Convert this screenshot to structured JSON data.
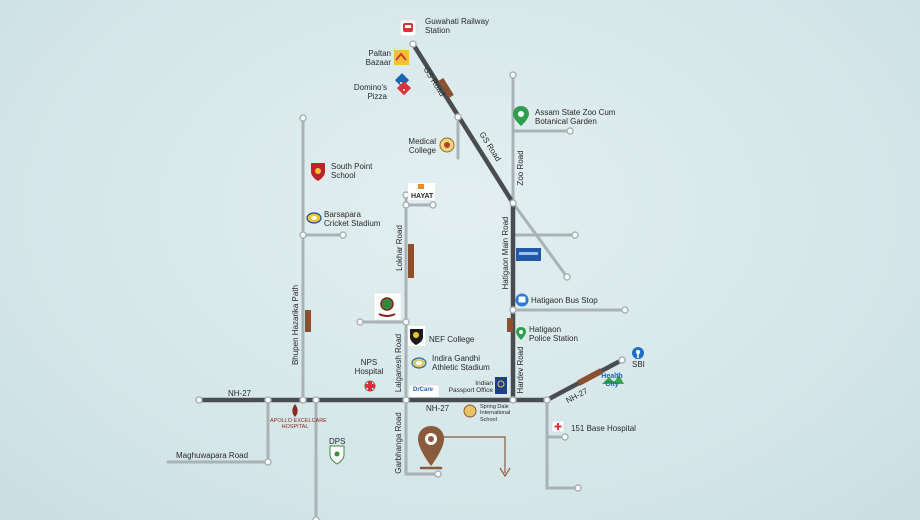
{
  "map": {
    "roads": {
      "gs_road_1": "GS Road",
      "gs_road_2": "GS Road",
      "zoo_road": "Zoo Road",
      "hatigaon_main_road": "Hatigaon Main Road",
      "lokhar_road": "Lokhar Road",
      "bhupen_hazarika_path": "Bhupen Hazarika Path",
      "lalganesh_road": "Lalganesh Road",
      "nh27_left": "NH-27",
      "nh27_center": "NH-27",
      "nh27_right": "NH-27",
      "hardev_road": "Hardev Road",
      "garbhanga_road": "Garbhanga Road",
      "maghuwapara_road": "Maghuwapara Road"
    },
    "places": {
      "guwahati_railway_station": "Guwahati Railway\nStation",
      "paltan_bazaar": "Paltan\nBazaar",
      "dominos_pizza": "Domino's\nPizza",
      "medical_college": "Medical\nCollege",
      "assam_state_zoo": "Assam State Zoo Cum\nBotanical  Garden",
      "south_point_school": "South Point\nSchool",
      "barsapara_stadium": "Barsapara\nCricket Stadium",
      "hayat": "HAYAT",
      "hatigaon_bus_stop": "Hatigaon Bus Stop",
      "hatigaon_police_station": "Hatigaon\nPolice Station",
      "nef_college": "NEF College",
      "indira_gandhi_stadium": "Indira Gandhi\nAthletic Stadium",
      "nps_hospital": "NPS\nHospital",
      "indian_passport_office": "Indian\nPassport Office",
      "spring_dale_school": "Spring Dale\nInternational\nSchool",
      "sbi": "SBI",
      "health_city": "Health\nCity",
      "base_hospital_151": "151 Base Hospital",
      "dps": "DPS",
      "apollo_hospital": "APOLLO EXCELCARE\nHOSPITAL",
      "dr_care": "DrCare"
    },
    "colors": {
      "road_gray": "#a9b3b5",
      "highway_dark": "#4a4d50",
      "highlight_brown": "#8a5030",
      "pin_brown": "#8a5a3c",
      "dot_fill": "#ffffff"
    }
  }
}
